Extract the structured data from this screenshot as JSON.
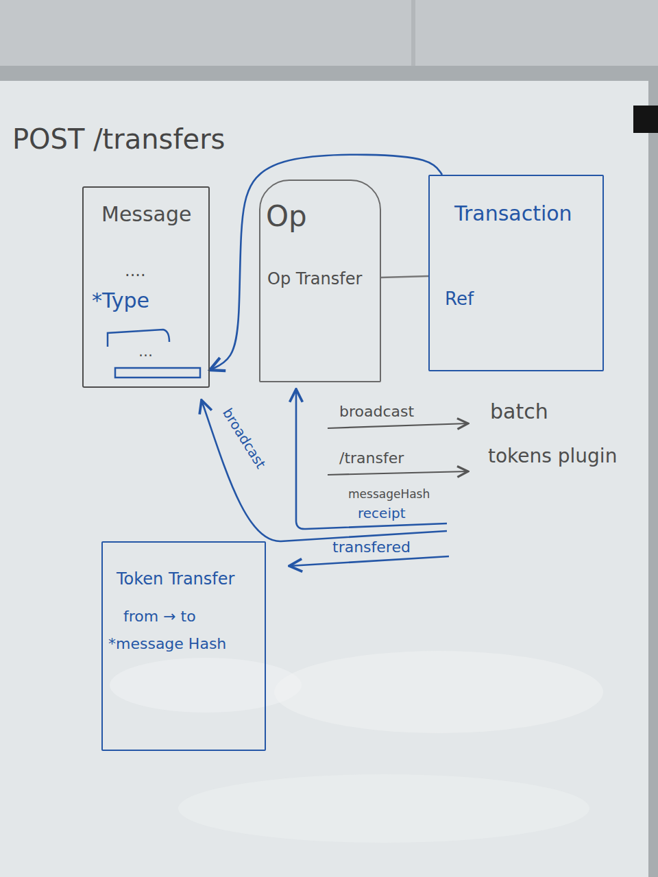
{
  "diagram": {
    "title": "POST /transfers",
    "nodes": [
      {
        "text": [
          "Message",
          "....",
          "*Type",
          "..."
        ]
      },
      {
        "text": [
          "Op",
          "Op Transfer"
        ]
      },
      {
        "text": [
          "Transaction",
          "Ref"
        ]
      },
      {
        "text": [
          "Token Transfer",
          "from → to",
          "*message Hash"
        ]
      }
    ],
    "edges": [
      {
        "from": 2,
        "to": 0,
        "arrow": "to"
      },
      {
        "from": 1,
        "to": 2,
        "arrow": "none"
      }
    ],
    "labels": [
      "broadcast",
      "batch",
      "/transfer",
      "tokens plugin",
      "messageHash",
      "receipt",
      "broadcast",
      "transfered"
    ]
  }
}
